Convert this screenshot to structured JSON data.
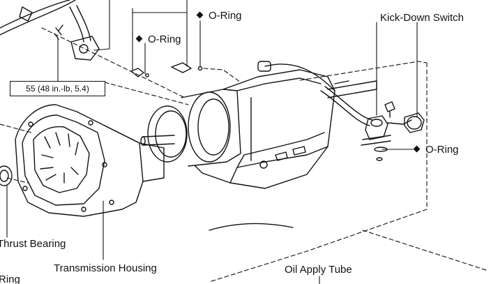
{
  "labels": {
    "o_ring_top": "O-Ring",
    "o_ring_left": "O-Ring",
    "o_ring_right": "O-Ring",
    "kick_down_switch": "Kick-Down Switch",
    "torque_spec": "55 (48 in.-lb, 5.4)",
    "thrust_bearing": "Thrust Bearing",
    "transmission_housing": "Transmission Housing",
    "oil_apply_tube": "Oil Apply Tube",
    "ring_partial": "Ring"
  },
  "colors": {
    "ink": "#111111",
    "paper": "#ffffff"
  },
  "icons": {
    "note_marker": "filled-diamond"
  }
}
